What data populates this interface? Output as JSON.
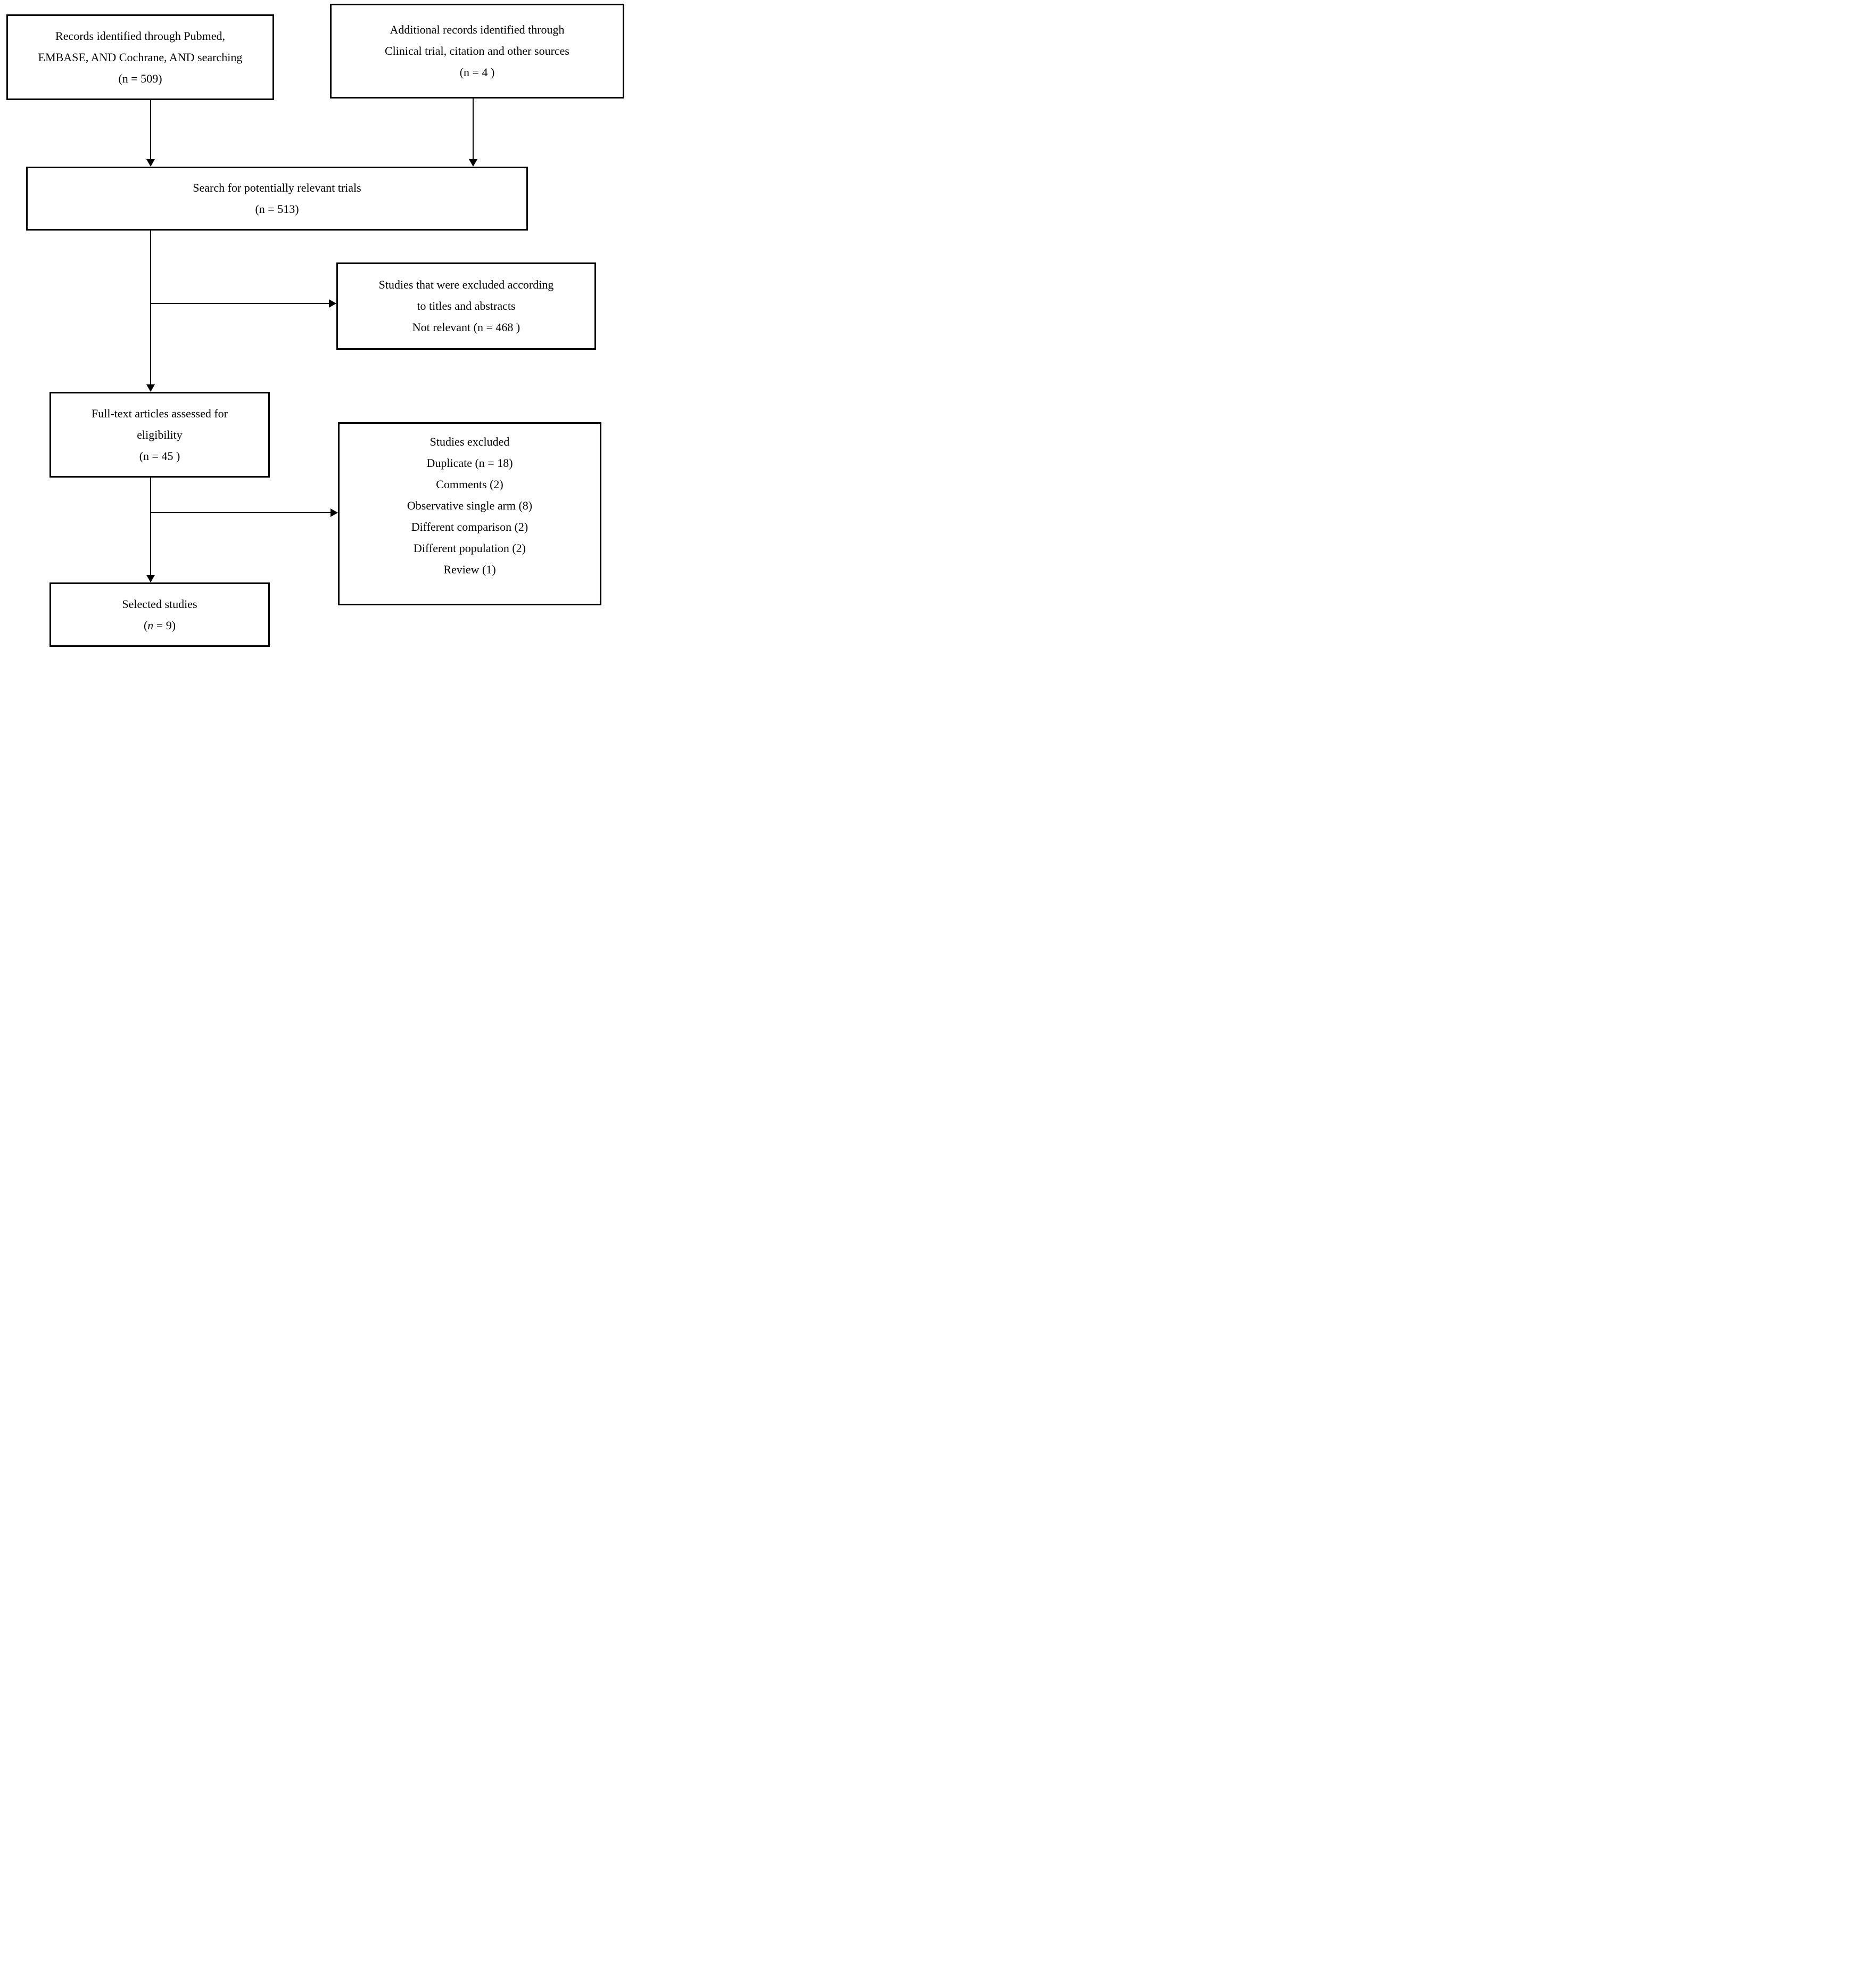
{
  "diagram": {
    "type": "prisma-flowchart",
    "background_color": "#ffffff",
    "line_color": "#000000",
    "boxes": {
      "records_identified": {
        "lines": [
          "Records identified through Pubmed,",
          "EMBASE, AND Cochrane, AND searching",
          "(n = 509)"
        ]
      },
      "additional_records": {
        "lines": [
          "Additional records identified through",
          "Clinical trial, citation and other sources",
          "(n = 4 )"
        ]
      },
      "search_relevant": {
        "lines": [
          "Search for potentially relevant trials",
          "(n = 513)"
        ]
      },
      "excluded_titles_abstracts": {
        "lines": [
          "Studies that were excluded according",
          "to titles and abstracts",
          "Not relevant (n = 468 )"
        ]
      },
      "fulltext_assessed": {
        "lines": [
          "Full-text articles assessed for",
          "eligibility",
          "(n = 45 )"
        ]
      },
      "studies_excluded": {
        "lines": [
          "Studies excluded",
          "Duplicate (n = 18)",
          "Comments (2)",
          "Observative single arm (8)",
          "Different comparison (2)",
          "Different population (2)",
          "Review (1)"
        ]
      },
      "selected_studies": {
        "line1": "Selected studies",
        "n_open": "(",
        "n_symbol": "n",
        "n_rest": " = 9)"
      }
    }
  }
}
